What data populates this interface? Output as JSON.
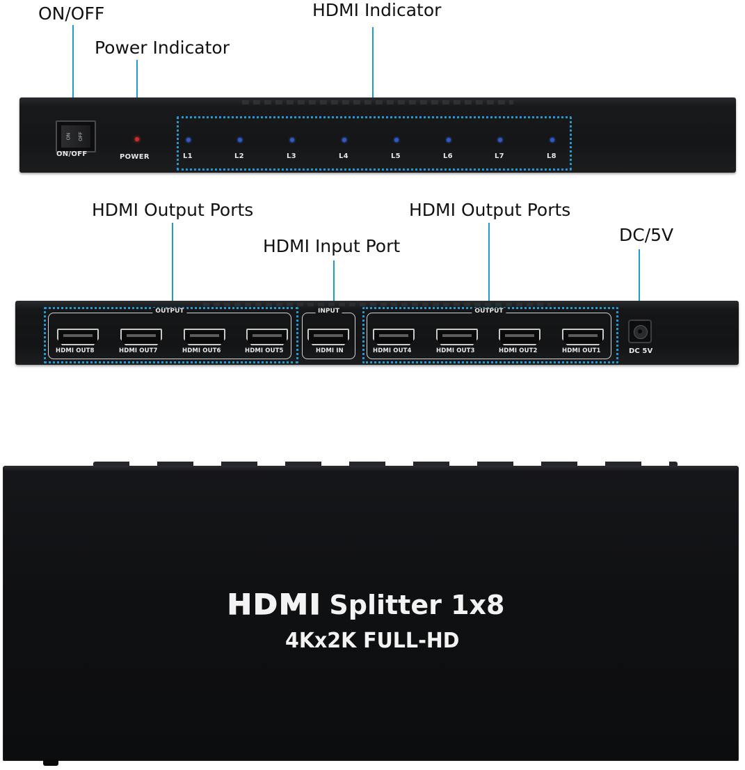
{
  "callouts": {
    "on_off": "ON/OFF",
    "power_indicator": "Power Indicator",
    "hdmi_indicator": "HDMI Indicator",
    "hdmi_output_ports_left": "HDMI Output Ports",
    "hdmi_input_port": "HDMI Input Port",
    "hdmi_output_ports_right": "HDMI Output Ports",
    "dc_5v": "DC/5V"
  },
  "front_panel": {
    "switch_on": "ON",
    "switch_off": "OFF",
    "switch_label": "ON/OFF",
    "power_label": "POWER",
    "leds": [
      "L1",
      "L2",
      "L3",
      "L4",
      "L5",
      "L6",
      "L7",
      "L8"
    ]
  },
  "rear_panel": {
    "output_group_title": "OUTPUT",
    "input_group_title": "INPUT",
    "left_ports": [
      "HDMI OUT8",
      "HDMI OUT7",
      "HDMI OUT6",
      "HDMI OUT5"
    ],
    "input_port": "HDMI IN",
    "right_ports": [
      "HDMI OUT4",
      "HDMI OUT3",
      "HDMI OUT2",
      "HDMI OUT1"
    ],
    "dc_label": "DC 5V"
  },
  "top_view": {
    "logo": "HDMI",
    "product_name": "Splitter 1x8",
    "resolution": "4Kx2K FULL-HD"
  },
  "colors": {
    "callout_line": "#1f9bd1",
    "device_body": "#151617",
    "power_led": "#d8252a",
    "hdmi_led": "#2f59c9"
  }
}
